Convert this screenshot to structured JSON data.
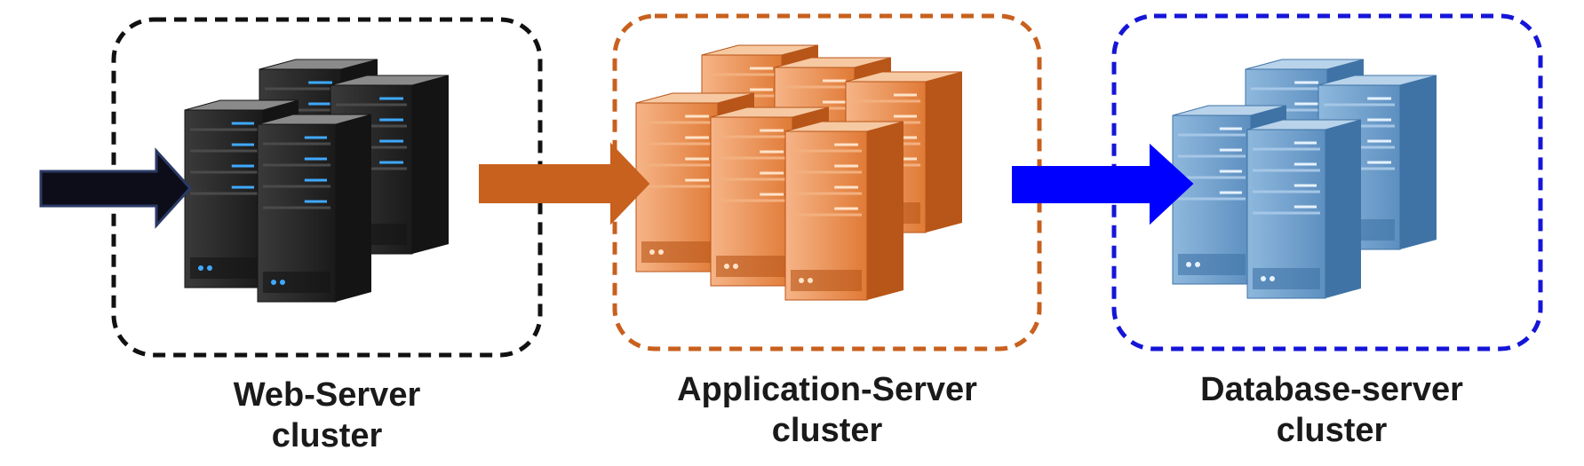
{
  "clusters": [
    {
      "id": "web",
      "label_line1": "Web-Server",
      "label_line2": "cluster",
      "border_color": "#111111",
      "server_colors": {
        "top": "#8a8a8a",
        "front": "#2b2b2b",
        "side": "#141414",
        "slot": "#4a4a4a",
        "led": "#3fa9ff"
      },
      "server_count": 4
    },
    {
      "id": "application",
      "label_line1": "Application-Server",
      "label_line2": "cluster",
      "border_color": "#c8601e",
      "server_colors": {
        "top": "#f6c9a2",
        "front": "#e9894a",
        "side": "#b85518",
        "slot": "#f3b07f",
        "led": "#ffe3c8"
      },
      "server_count": 6
    },
    {
      "id": "database",
      "label_line1": "Database-server",
      "label_line2": "cluster",
      "border_color": "#1515d8",
      "server_colors": {
        "top": "#b8d3ea",
        "front": "#6f9fcb",
        "side": "#3f73a6",
        "slot": "#a5c6e6",
        "led": "#e6f2ff"
      },
      "server_count": 4
    }
  ],
  "arrows": [
    {
      "id": "input-arrow",
      "color": "#0d0d1a",
      "stroke": "#2a3a66"
    },
    {
      "id": "web-to-app-arrow",
      "color": "#c8601e",
      "stroke": "#c8601e"
    },
    {
      "id": "app-to-db-arrow",
      "color": "#0000ff",
      "stroke": "#0000ff"
    }
  ]
}
